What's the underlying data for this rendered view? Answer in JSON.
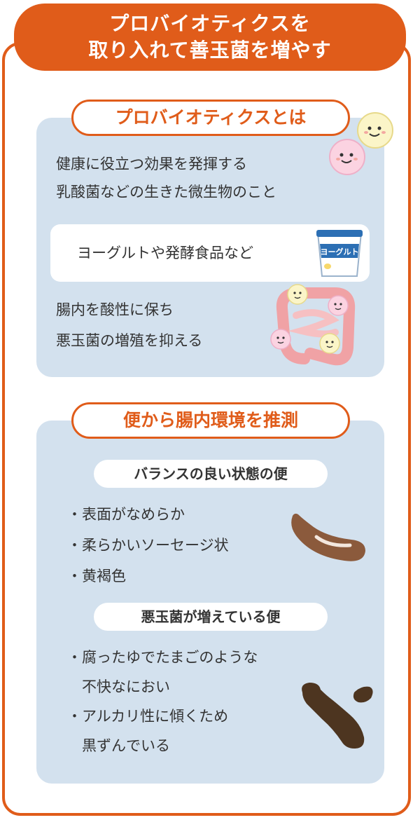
{
  "banner": {
    "line1": "プロバイオティクスを",
    "line2": "取り入れて善玉菌を増やす"
  },
  "section1": {
    "heading": "プロバイオティクスとは",
    "desc_line1": "健康に役立つ効果を発揮する",
    "desc_line2": "乳酸菌などの生きた微生物のこと",
    "example": "ヨーグルトや発酵食品など",
    "yogurt_label": "ヨーグルト",
    "effect_line1": "腸内を酸性に保ち",
    "effect_line2": "悪玉菌の増殖を抑える"
  },
  "section2": {
    "heading": "便から腸内環境を推測",
    "good": {
      "title": "バランスの良い状態の便",
      "items": [
        "・表面がなめらか",
        "・柔らかいソーセージ状",
        "・黄褐色"
      ]
    },
    "bad": {
      "title": "悪玉菌が増えている便",
      "items": [
        "・腐ったゆでたまごのような",
        "　不快なにおい",
        "・アルカリ性に傾くため",
        "　黒ずんでいる"
      ]
    }
  },
  "colors": {
    "accent": "#e05c1a",
    "panel": "#d3e1ee"
  }
}
